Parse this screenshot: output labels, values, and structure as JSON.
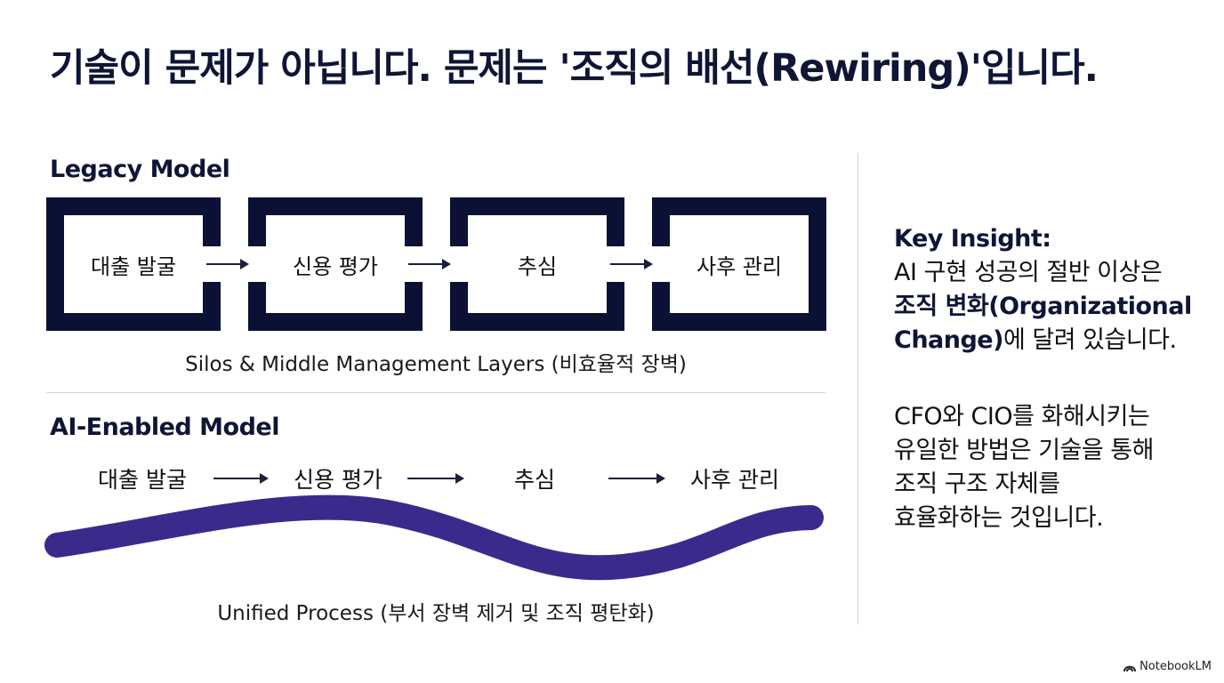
{
  "title": "기술이 문제가 아닙니다. 문제는 '조직의 배선(Rewiring)'입니다.",
  "legacy": {
    "label": "Legacy Model",
    "steps": [
      "대출 발굴",
      "신용 평가",
      "추심",
      "사후 관리"
    ],
    "caption": "Silos & Middle Management Layers (비효율적 장벽)"
  },
  "ai": {
    "label": "AI-Enabled Model",
    "steps": [
      "대출 발굴",
      "신용 평가",
      "추심",
      "사후 관리"
    ],
    "caption": "Unified Process (부서 장벽 제거 및 조직 평탄화)"
  },
  "insight": {
    "heading": "Key Insight:",
    "line1": "AI 구현 성공의 절반 이상은",
    "line2_bold": "조직 변화(Organizational",
    "line3_bold": "Change)",
    "line3_rest": "에 달려 있습니다.",
    "para2": [
      "CFO와 CIO를 화해시키는",
      "유일한 방법은 기술을 통해",
      "조직 구조 자체를",
      "효율화하는 것입니다."
    ]
  },
  "footer": {
    "brand": "NotebookLM",
    "icon": "notebooklm-logo-icon"
  },
  "colors": {
    "navy": "#0b1135",
    "wave": "#3a2a8c"
  }
}
